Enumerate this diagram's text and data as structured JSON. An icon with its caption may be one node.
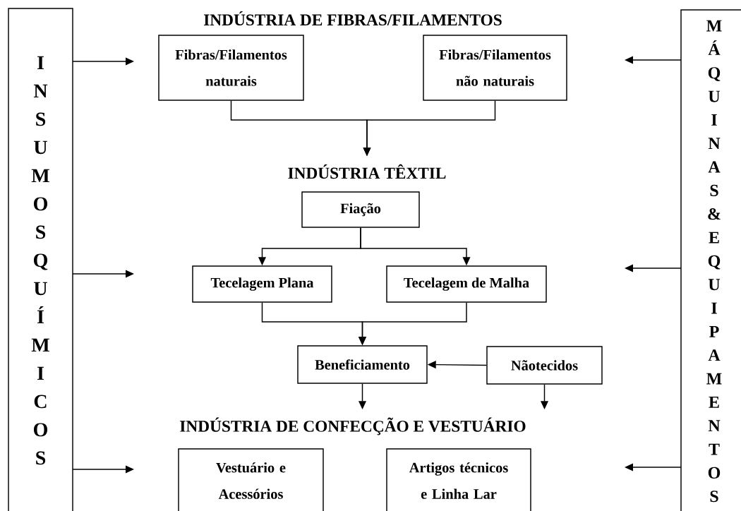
{
  "diagram": {
    "title": "INDÚSTRIA DE FIBRAS/FILAMENTOS",
    "nodes": [
      {
        "text": [
          "INSUMOS QUÍMICOS"
        ]
      },
      {
        "text": [
          "MÁQUINAS & EQUIPAMENTOS"
        ]
      },
      {
        "text": [
          "Fibras/Filamentos naturais"
        ]
      },
      {
        "text": [
          "Fibras/Filamentos não naturais"
        ]
      },
      {
        "text": [
          "INDÚSTRIA TÊXTIL"
        ]
      },
      {
        "text": [
          "Fiação"
        ]
      },
      {
        "text": [
          "Tecelagem Plana"
        ]
      },
      {
        "text": [
          "Tecelagem de Malha"
        ]
      },
      {
        "text": [
          "Beneficiamento"
        ]
      },
      {
        "text": [
          "Nãotecidos"
        ]
      },
      {
        "text": [
          "INDÚSTRIA DE CONFECÇÃO E VESTUÁRIO"
        ]
      },
      {
        "text": [
          "Vestuário e Acessórios"
        ]
      },
      {
        "text": [
          "Artigos técnicos e Linha Lar"
        ]
      }
    ],
    "edges": [
      {
        "from": 2,
        "to": 4,
        "arrow": "to"
      },
      {
        "from": 3,
        "to": 4,
        "arrow": "to"
      },
      {
        "from": 5,
        "to": 6,
        "arrow": "to"
      },
      {
        "from": 5,
        "to": 7,
        "arrow": "to"
      },
      {
        "from": 6,
        "to": 8,
        "arrow": "to"
      },
      {
        "from": 7,
        "to": 8,
        "arrow": "to"
      },
      {
        "from": 9,
        "to": 8,
        "arrow": "to"
      },
      {
        "from": 8,
        "to": 10,
        "arrow": "to"
      },
      {
        "from": 9,
        "to": 10,
        "arrow": "to"
      },
      {
        "from": 0,
        "to": null,
        "arrow": "to"
      },
      {
        "from": 0,
        "to": null,
        "arrow": "to"
      },
      {
        "from": 0,
        "to": null,
        "arrow": "to"
      },
      {
        "from": 1,
        "to": null,
        "arrow": "to"
      },
      {
        "from": 1,
        "to": null,
        "arrow": "to"
      },
      {
        "from": 1,
        "to": null,
        "arrow": "to"
      }
    ]
  }
}
